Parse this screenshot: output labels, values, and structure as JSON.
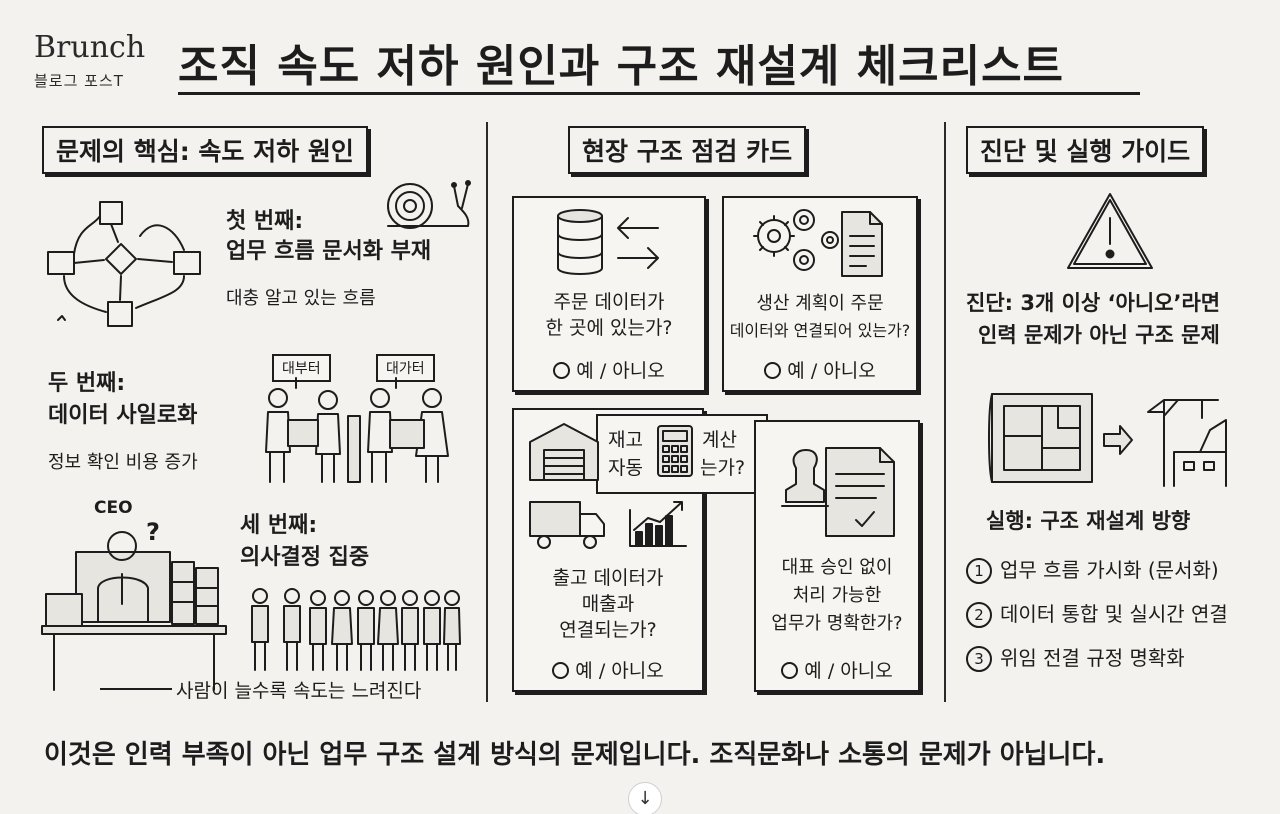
{
  "header": {
    "brand": "Brunch",
    "brand_sub": "블로그 포스T",
    "title": "조직 속도 저하 원인과 구조 재설계 체크리스트"
  },
  "left": {
    "heading": "문제의 핵심: 속도 저하 원인",
    "first": {
      "head1": "첫 번째:",
      "head2": "업무 흐름 문서화 부재",
      "sub": "대충 알고 있는 흐름"
    },
    "second": {
      "head1": "두 번째:",
      "head2": "데이터 사일로화",
      "sub": "정보 확인 비용 증가",
      "sign1": "대부터",
      "sign2": "대가터"
    },
    "third": {
      "head1": "세 번째:",
      "head2": "의사결정 집중",
      "ceo": "CEO",
      "question": "?",
      "caption": "사람이 늘수록 속도는 느려진다"
    }
  },
  "middle": {
    "heading": "현장 구조 점검 카드",
    "cards": [
      {
        "q1": "주문 데이터가",
        "q2": "한 곳에 있는가?",
        "answer": "예 / 아니오"
      },
      {
        "q1": "생산 계획이 주문",
        "q2": "데이터와 연결되어 있는가?",
        "answer": "예 / 아니오"
      },
      {
        "q1": "재고",
        "q2": "자동",
        "q3": "계산",
        "q4": "는가?",
        "q5": "출고 데이터가",
        "q6": "매출과",
        "q7": "연결되는가?",
        "answer": "예 / 아니오"
      },
      {
        "q1": "대표 승인 없이",
        "q2": "처리 가능한",
        "q3": "업무가 명확한가?",
        "answer": "예 / 아니오"
      }
    ]
  },
  "right": {
    "heading": "진단 및 실행 가이드",
    "diagnosis1": "진단: 3개 이상 ‘아니오’라면",
    "diagnosis2": "인력 문제가 아닌 구조 문제",
    "action_title": "실행: 구조 재설계 방향",
    "actions": [
      {
        "num": "1",
        "text": "업무 흐름 가시화 (문서화)"
      },
      {
        "num": "2",
        "text": "데이터 통합 및 실시간 연결"
      },
      {
        "num": "3",
        "text": "위임 전결 규정 명확화"
      }
    ]
  },
  "footer": {
    "text": "이것은 인력 부족이 아닌 업무 구조 설계 방식의 문제입니다. 조직문화나 소통의 문제가 아닙니다.",
    "scroll_icon": "↓"
  }
}
